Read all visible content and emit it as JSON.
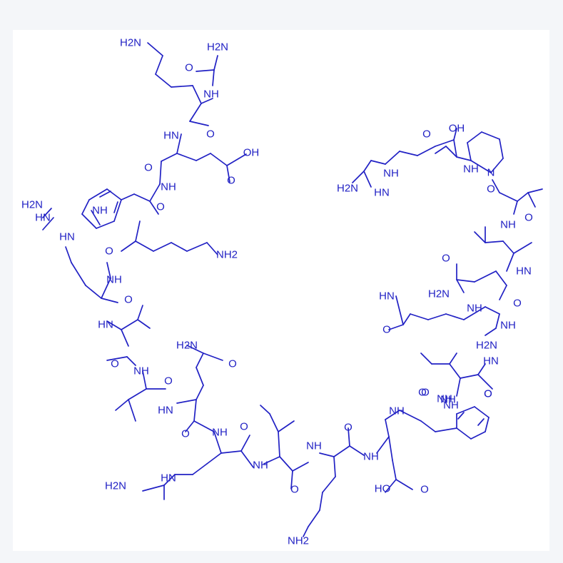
{
  "figure": {
    "type": "peptide structure drawing",
    "colors": {
      "background": "#f4f6f9",
      "panel": "#ffffff",
      "ink": "#2121c4"
    }
  },
  "atom_labels": [
    "H2N",
    "H2N",
    "O",
    "NH",
    "HN",
    "O",
    "O",
    "OH",
    "NH",
    "O",
    "O",
    "NH2",
    "NH",
    "HN",
    "H2N",
    "HN",
    "O",
    "NH",
    "HN",
    "O",
    "H2N",
    "O",
    "O",
    "NH",
    "O",
    "HN",
    "NH",
    "H2N",
    "HN",
    "O",
    "NH",
    "O",
    "NH",
    "NH",
    "O",
    "O",
    "NH",
    "O",
    "NH",
    "HO",
    "O",
    "NH2",
    "OH",
    "O",
    "NH",
    "N",
    "H2N",
    "NH",
    "HN",
    "O",
    "O",
    "NH",
    "HN",
    "O",
    "O",
    "H2N",
    "NH",
    "HN",
    "O",
    "NH",
    "HN",
    "H2N",
    "O",
    "NH",
    "O",
    "NH",
    "O"
  ]
}
